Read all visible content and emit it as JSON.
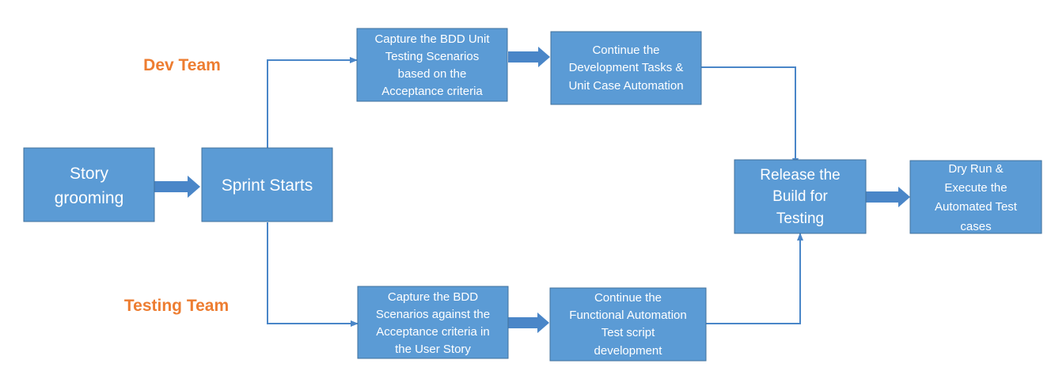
{
  "colors": {
    "box_fill": "#5b9bd5",
    "box_border": "#41719c",
    "connector": "#4a86c8",
    "team_label": "#ed7d31",
    "box_text": "#ffffff"
  },
  "labels": {
    "dev_team": "Dev Team",
    "testing_team": "Testing Team"
  },
  "nodes": {
    "story_grooming": [
      "Story",
      "grooming"
    ],
    "sprint_starts": [
      "Sprint Starts"
    ],
    "dev_capture": [
      "Capture the BDD Unit",
      "Testing Scenarios",
      "based on the",
      "Acceptance criteria"
    ],
    "dev_continue": [
      "Continue the",
      "Development Tasks &",
      "Unit Case Automation"
    ],
    "test_capture": [
      "Capture the BDD",
      "Scenarios against the",
      "Acceptance criteria in",
      "the User Story"
    ],
    "test_continue": [
      "Continue the",
      "Functional Automation",
      "Test script",
      "development"
    ],
    "release_build": [
      "Release the",
      "Build for",
      "Testing"
    ],
    "dry_run": [
      "Dry Run &",
      "Execute the",
      "Automated Test",
      "cases"
    ]
  },
  "flow": [
    {
      "from": "story_grooming",
      "to": "sprint_starts"
    },
    {
      "from": "sprint_starts",
      "to": "dev_capture"
    },
    {
      "from": "sprint_starts",
      "to": "test_capture"
    },
    {
      "from": "dev_capture",
      "to": "dev_continue"
    },
    {
      "from": "test_capture",
      "to": "test_continue"
    },
    {
      "from": "dev_continue",
      "to": "release_build"
    },
    {
      "from": "test_continue",
      "to": "release_build"
    },
    {
      "from": "release_build",
      "to": "dry_run"
    }
  ]
}
